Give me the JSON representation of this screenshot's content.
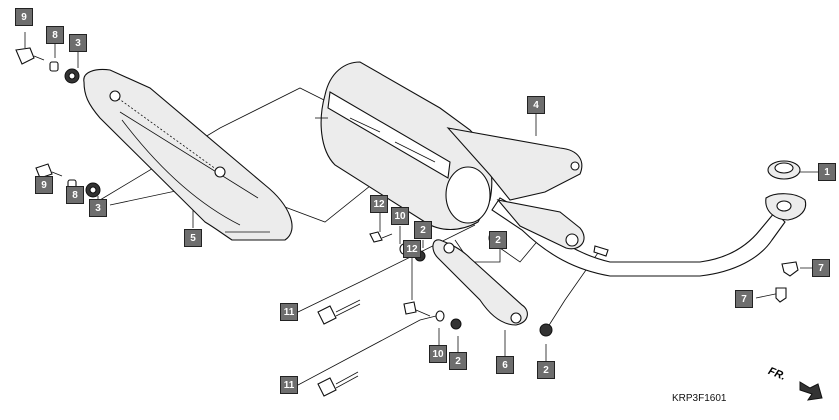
{
  "callouts": [
    {
      "label": "9"
    },
    {
      "label": "8"
    },
    {
      "label": "3"
    },
    {
      "label": "9"
    },
    {
      "label": "8"
    },
    {
      "label": "3"
    },
    {
      "label": "5"
    },
    {
      "label": "4"
    },
    {
      "label": "1"
    },
    {
      "label": "12"
    },
    {
      "label": "10"
    },
    {
      "label": "2"
    },
    {
      "label": "2"
    },
    {
      "label": "7"
    },
    {
      "label": "7"
    },
    {
      "label": "12"
    },
    {
      "label": "11"
    },
    {
      "label": "10"
    },
    {
      "label": "2"
    },
    {
      "label": "6"
    },
    {
      "label": "2"
    },
    {
      "label": "11"
    }
  ],
  "direction_mark": "FR.",
  "diagram_code": "KRP3F1601"
}
